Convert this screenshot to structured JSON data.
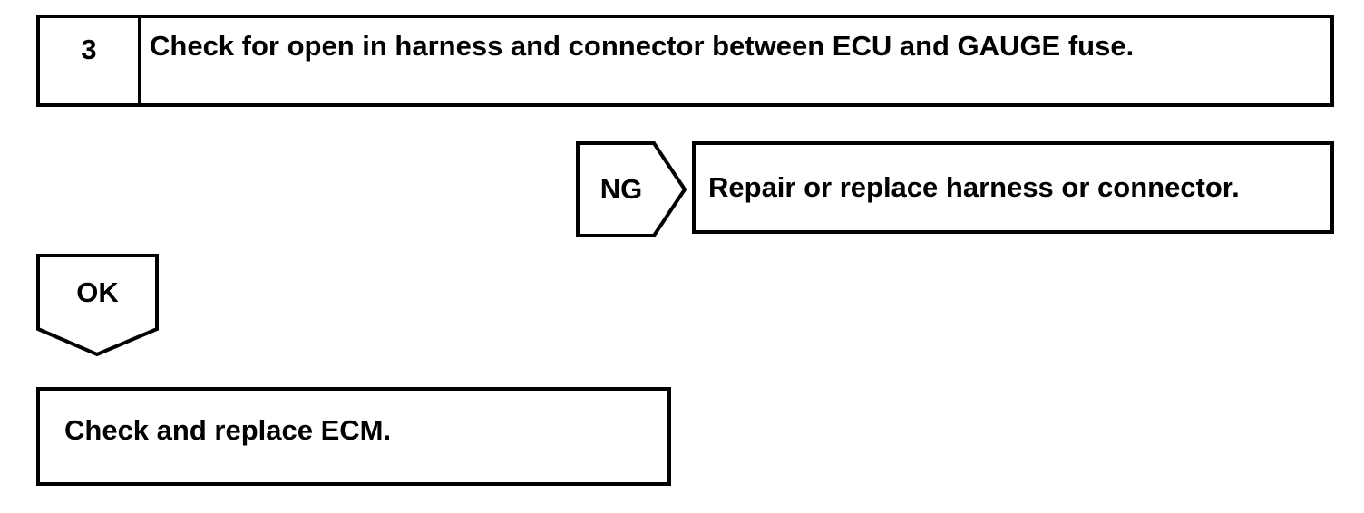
{
  "diagram": {
    "type": "troubleshooting-flowchart",
    "stroke_color": "#000000",
    "background_color": "#ffffff",
    "step": {
      "number": "3",
      "instruction": "Check for open in harness and connector between ECU and GAUGE fuse."
    },
    "branches": [
      {
        "label": "NG",
        "shape": "right-pointing-pentagon",
        "result_text": "Repair or replace harness or connector."
      },
      {
        "label": "OK",
        "shape": "down-pointing-pentagon",
        "result_text": "Check and replace ECM."
      }
    ],
    "ng_label": "NG",
    "ng_result": "Repair or replace harness or connector.",
    "ok_label": "OK",
    "final_action": "Check and replace ECM."
  }
}
